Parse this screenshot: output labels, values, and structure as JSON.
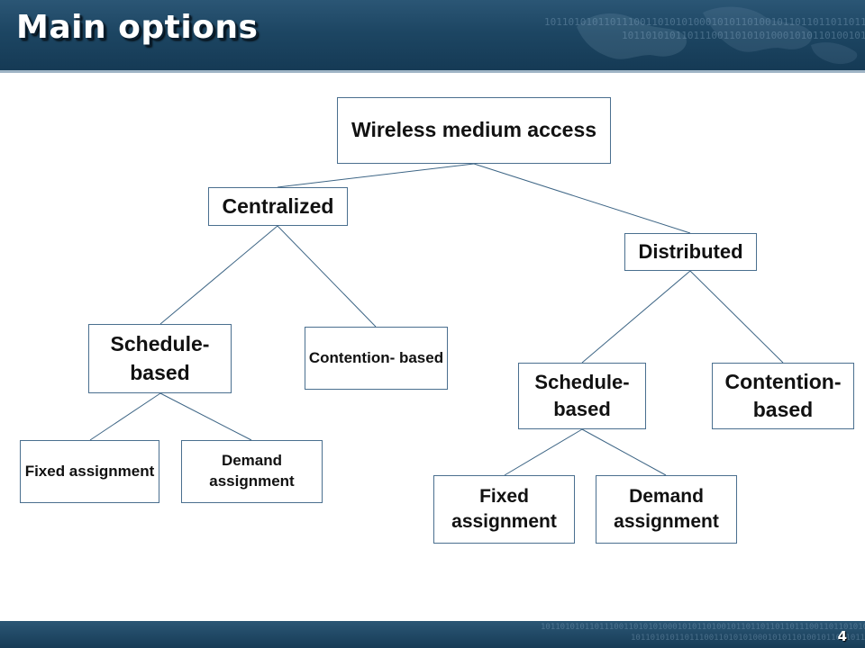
{
  "slide": {
    "title": "Main options",
    "page_number": "4"
  },
  "diagram": {
    "root": "Wireless medium access",
    "centralized": {
      "label": "Centralized",
      "schedule_based": "Schedule- based",
      "contention_based": "Contention- based",
      "fixed_assignment": "Fixed assignment",
      "demand_assignment": "Demand assignment"
    },
    "distributed": {
      "label": "Distributed",
      "schedule_based": "Schedule- based",
      "contention_based": "Contention- based",
      "fixed_assignment": "Fixed assignment",
      "demand_assignment": "Demand assignment"
    }
  },
  "decor": {
    "binary": "10110101011011100110101010001010110100101101101101101110011011010101",
    "colors": {
      "header": "#1d4663",
      "node_border": "#4a6f8f",
      "connector": "#3d6585"
    }
  }
}
